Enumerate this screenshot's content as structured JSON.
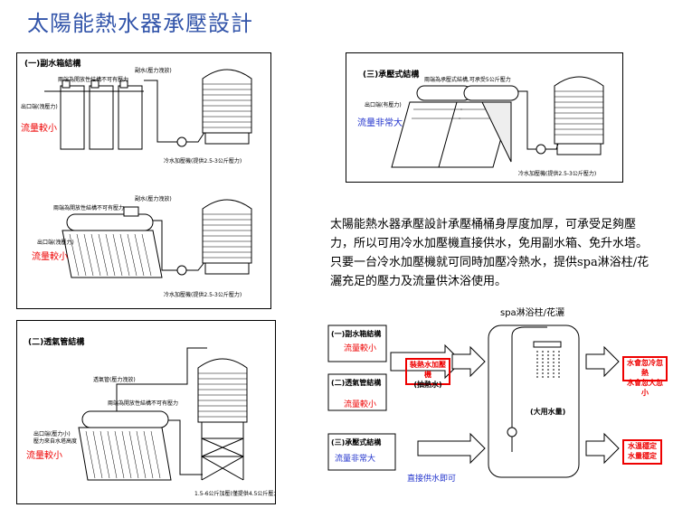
{
  "title": "太陽能熱水器承壓設計",
  "panel1": {
    "heading": "(一)副水箱結構",
    "top_note": "兩端為開放性結構不可有壓力",
    "cold_in": "副水(壓力洩放)",
    "supply": "出口端(洩壓力)",
    "flow": "流量較小",
    "pump": "冷水加壓機(提供2.5-3公斤壓力)"
  },
  "panel1b": {
    "top_note": "兩端為開放性結構不可有壓力",
    "cold_in": "副水(壓力洩放)",
    "supply": "出口端(洩壓力)",
    "flow": "流量較小",
    "pump": "冷水加壓機(提供2.5-3公斤壓力)"
  },
  "panel2": {
    "heading": "(三)承壓式結構",
    "top_note": "兩端為承壓式結構,可承受5公斤壓力",
    "supply": "出口端(有壓力)",
    "flow": "流量非常大",
    "pump": "冷水加壓機(提供2.5-3公斤壓力)"
  },
  "panel3": {
    "heading": "(二)透氣管結構",
    "vent": "透氣管(壓力洩放)",
    "top_note": "兩端為開放性結構不可有壓力",
    "supply": "出口端(壓力小)",
    "supply2": "壓力來自水塔高度",
    "flow": "流量較小",
    "bottom": "1.5-6公斤加壓(僅提供4.5公斤壓力)"
  },
  "description": "太陽能熱水器承壓設計承壓桶桶身厚度加厚，可承受足夠壓力，所以可用冷水加壓機直接供水，免用副水箱、免升水塔。只要一台冷水加壓機就可同時加壓冷熱水，提供spa淋浴柱/花灑充足的壓力及流量供沐浴使用。",
  "flowchart": {
    "spa_title": "spa淋浴柱/花灑",
    "box1": "(一)副水箱結構",
    "box1_flow": "流量較小",
    "box2": "(二)透氣管結構",
    "box2_flow": "流量較小",
    "box3": "(三)承壓式結構",
    "box3_flow": "流量非常大",
    "mid_box_line1": "裝熱水加壓機",
    "mid_box_line2": "(抽熱水)",
    "big_water": "(大用水量)",
    "result1_line1": "水會忽冷忽熱",
    "result1_line2": "水會忽大忽小",
    "result2_line1": "水溫穩定",
    "result2_line2": "水量穩定",
    "bottom_note": "直接供水即可"
  }
}
